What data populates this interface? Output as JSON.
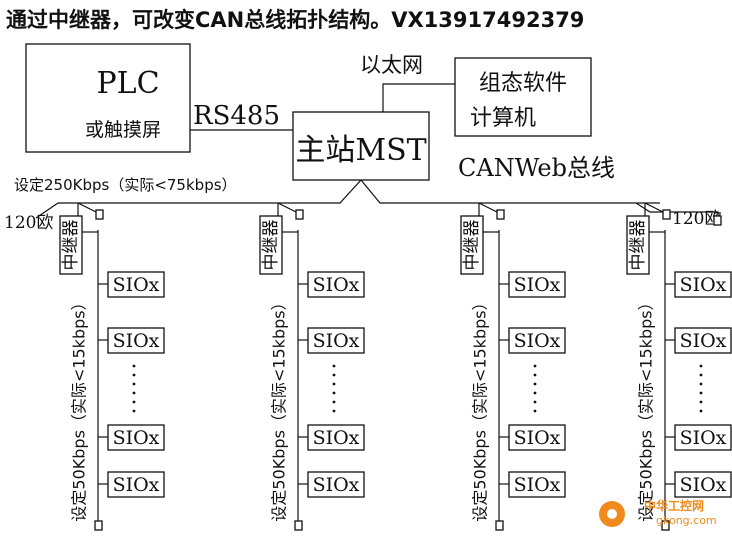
{
  "header": {
    "title": "通过中继器，可改变CAN总线拓扑结构。VX13917492379"
  },
  "plc": {
    "line1": "PLC",
    "line2": "或触摸屏"
  },
  "rs485": "RS485",
  "ethernet": "以太网",
  "config_pc": {
    "line1": "组态软件",
    "line2": "计算机"
  },
  "master": "主站MST",
  "canweb_bus": "CANWeb总线",
  "setting_top": "设定250Kbps（实际<75kbps）",
  "terminator_left": "120欧",
  "terminator_right": "120欧",
  "repeater_label": "中继器",
  "branch_label": "设定50Kbps（实际<15kbps）",
  "sio_label": "SIOx",
  "ellipsis": "......",
  "watermark": {
    "brand": "中华工控网",
    "url": "gkong.com"
  },
  "colors": {
    "line": "#111111",
    "watermark": "#f08a1c"
  }
}
